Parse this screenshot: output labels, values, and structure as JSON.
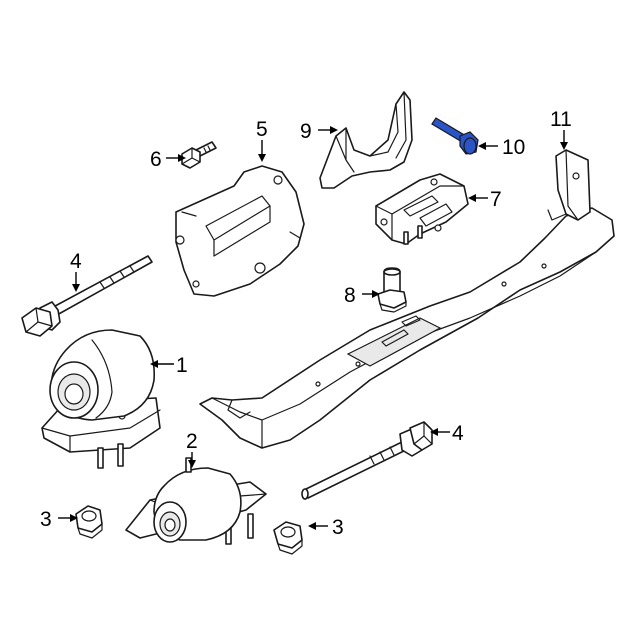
{
  "highlight_color": "#2a55c8",
  "highlighted_part": "10",
  "callouts": {
    "c1": "1",
    "c2": "2",
    "c3a": "3",
    "c3b": "3",
    "c4a": "4",
    "c4b": "4",
    "c5": "5",
    "c6": "6",
    "c7": "7",
    "c8": "8",
    "c9": "9",
    "c10": "10",
    "c11": "11"
  }
}
